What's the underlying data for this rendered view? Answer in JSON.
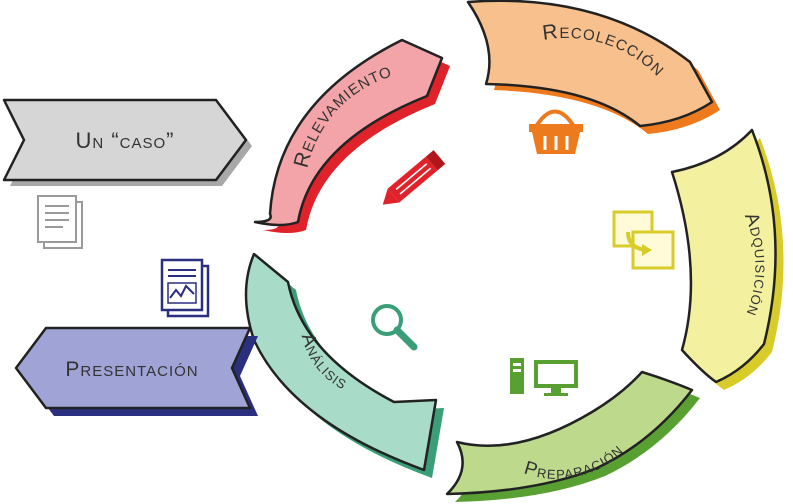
{
  "stages": {
    "relevamiento": "Relevamiento",
    "recoleccion": "Recolección",
    "adquisicion": "Adquisición",
    "preparacion": "Preparación",
    "analisis": "Análisis"
  },
  "sides": {
    "un_caso": "Un “caso”",
    "presentacion": "Presentación"
  },
  "colors": {
    "relevamiento": "#f2a4a8",
    "relevamiento_edge": "#e0222a",
    "recoleccion": "#f8c08c",
    "recoleccion_edge": "#ee7a1e",
    "adquisicion": "#f3f0a0",
    "adquisicion_edge": "#d8cc2a",
    "preparacion": "#bcd98c",
    "preparacion_edge": "#58a032",
    "analisis": "#a8dcc8",
    "analisis_edge": "#3a9e78",
    "un_caso": "#d6d6d6",
    "presentacion": "#9fa3d6",
    "presentacion_edge": "#2b2f80"
  },
  "icons": {
    "relevamiento": "pencil-icon",
    "recoleccion": "basket-icon",
    "adquisicion": "transfer-icon",
    "preparacion": "computer-icon",
    "analisis": "magnifier-icon",
    "un_caso": "document-icon",
    "presentacion": "report-chart-icon"
  }
}
